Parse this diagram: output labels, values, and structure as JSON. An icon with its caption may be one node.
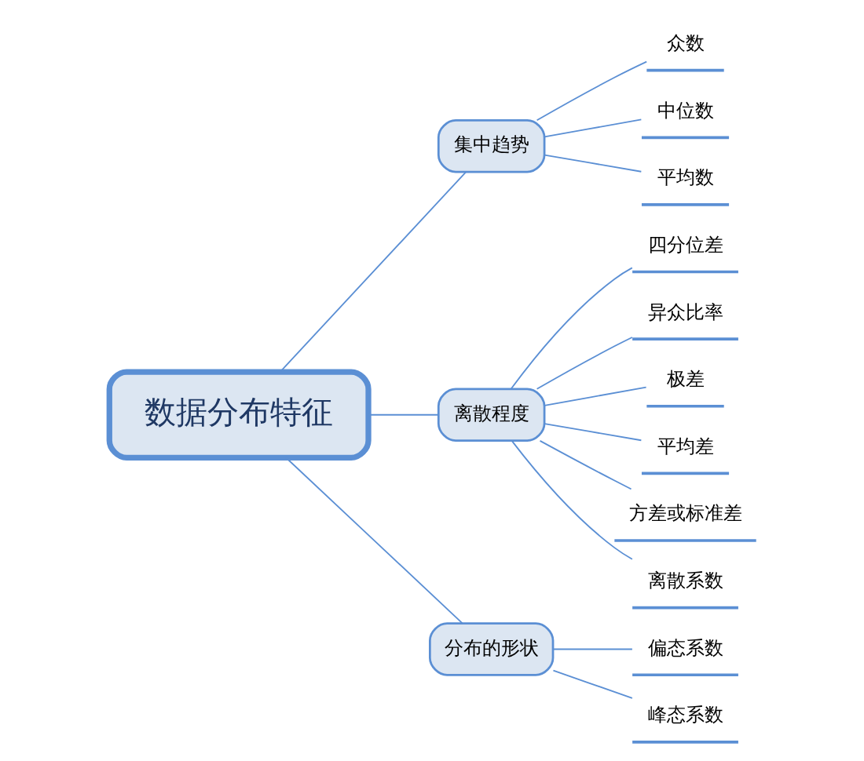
{
  "diagram": {
    "nodes": [
      {
        "text": [
          "数据分布特征"
        ]
      },
      {
        "text": [
          "集中趋势"
        ]
      },
      {
        "text": [
          "众数"
        ]
      },
      {
        "text": [
          "中位数"
        ]
      },
      {
        "text": [
          "平均数"
        ]
      },
      {
        "text": [
          "离散程度"
        ]
      },
      {
        "text": [
          "四分位差"
        ]
      },
      {
        "text": [
          "异众比率"
        ]
      },
      {
        "text": [
          "极差"
        ]
      },
      {
        "text": [
          "平均差"
        ]
      },
      {
        "text": [
          "方差或标准差"
        ]
      },
      {
        "text": [
          "离散系数"
        ]
      },
      {
        "text": [
          "分布的形状"
        ]
      },
      {
        "text": [
          "偏态系数"
        ]
      },
      {
        "text": [
          "峰态系数"
        ]
      }
    ],
    "edges": [
      {
        "from": 0,
        "to": 1,
        "arrow": "none"
      },
      {
        "from": 1,
        "to": 2,
        "arrow": "none"
      },
      {
        "from": 1,
        "to": 3,
        "arrow": "none"
      },
      {
        "from": 1,
        "to": 4,
        "arrow": "none"
      },
      {
        "from": 0,
        "to": 5,
        "arrow": "none"
      },
      {
        "from": 5,
        "to": 6,
        "arrow": "none"
      },
      {
        "from": 5,
        "to": 7,
        "arrow": "none"
      },
      {
        "from": 5,
        "to": 8,
        "arrow": "none"
      },
      {
        "from": 5,
        "to": 9,
        "arrow": "none"
      },
      {
        "from": 5,
        "to": 10,
        "arrow": "none"
      },
      {
        "from": 5,
        "to": 11,
        "arrow": "none"
      },
      {
        "from": 0,
        "to": 12,
        "arrow": "none"
      },
      {
        "from": 12,
        "to": 13,
        "arrow": "none"
      },
      {
        "from": 12,
        "to": 14,
        "arrow": "none"
      }
    ]
  }
}
